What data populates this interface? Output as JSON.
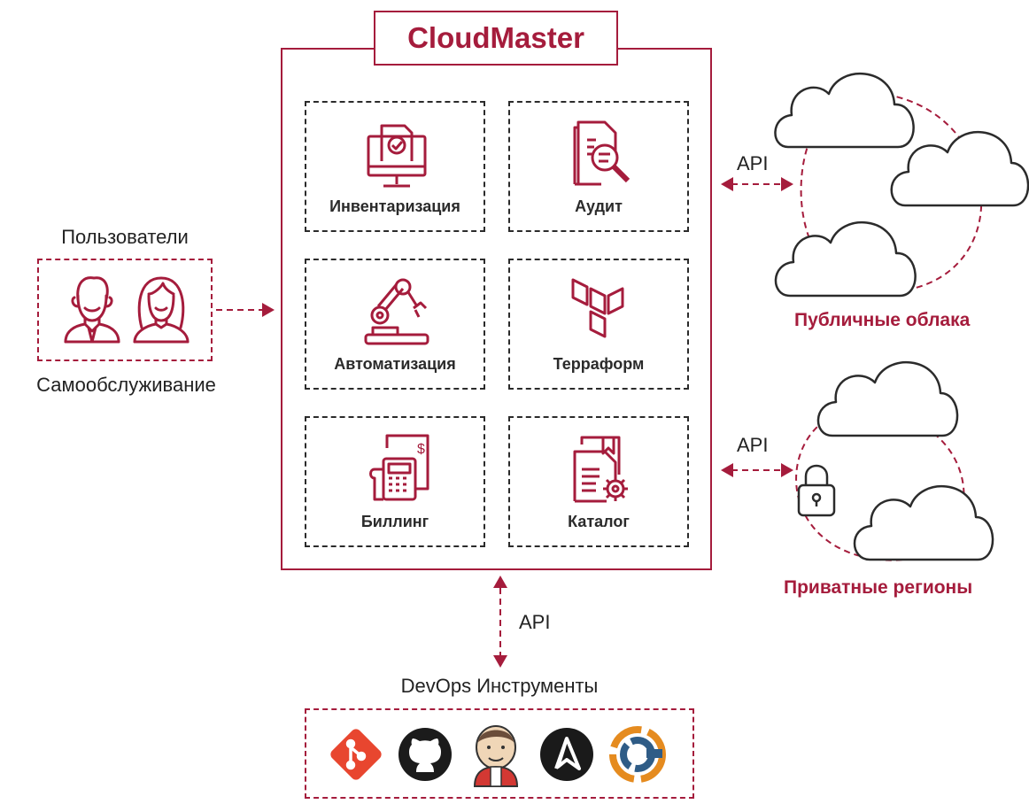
{
  "title": "CloudMaster",
  "users": {
    "heading": "Пользователи",
    "caption": "Самообслуживание"
  },
  "modules": [
    {
      "label": "Инвентаризация",
      "icon": "monitor-check-icon"
    },
    {
      "label": "Аудит",
      "icon": "document-search-icon"
    },
    {
      "label": "Автоматизация",
      "icon": "robot-arm-icon"
    },
    {
      "label": "Терраформ",
      "icon": "terraform-icon"
    },
    {
      "label": "Биллинг",
      "icon": "billing-machine-icon"
    },
    {
      "label": "Каталог",
      "icon": "catalog-gear-icon"
    }
  ],
  "public_clouds": {
    "label": "Публичные облака",
    "api": "API"
  },
  "private_regions": {
    "label": "Приватные регионы",
    "api": "API"
  },
  "devops": {
    "api": "API",
    "heading": "DevOps Инструменты",
    "tools": [
      "git-icon",
      "github-icon",
      "jenkins-icon",
      "ansible-icon",
      "spinnaker-icon"
    ]
  },
  "colors": {
    "accent": "#a51c3c",
    "dark": "#2b2b2b"
  }
}
